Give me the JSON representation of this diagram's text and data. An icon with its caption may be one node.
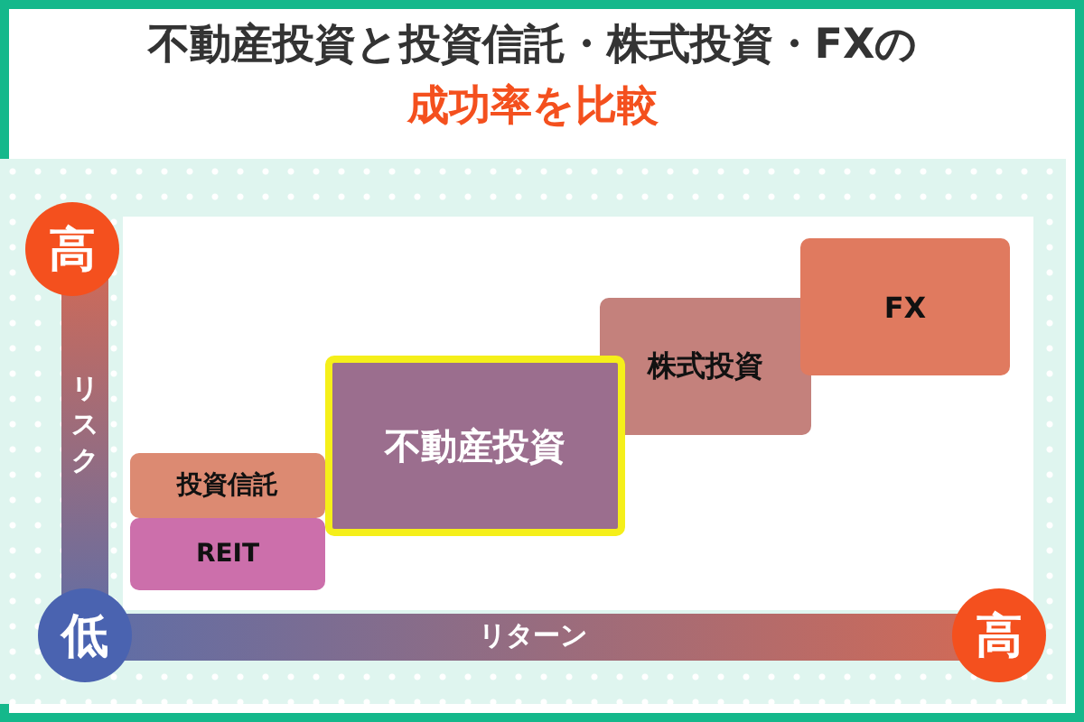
{
  "diagram": {
    "title": "不動産投資と投資信託・株式投資・FXの**成功率を比較**",
    "nodes": [
      {
        "text": [
          "高"
        ]
      },
      {
        "text": [
          "投資信託"
        ]
      },
      {
        "text": [
          "REIT"
        ]
      },
      {
        "text": [
          "不動産投資"
        ]
      },
      {
        "text": [
          "株式投資"
        ]
      },
      {
        "text": [
          "FX"
        ]
      },
      {
        "text": [
          "低"
        ]
      },
      {
        "text": [
          "高"
        ]
      }
    ],
    "labels": [
      "リスク",
      "リターン"
    ]
  }
}
